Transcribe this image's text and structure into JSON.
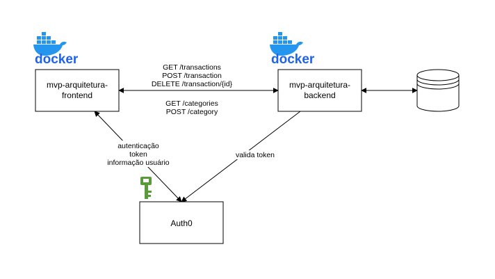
{
  "nodes": {
    "frontend": {
      "label_line1": "mvp-arquitetura-",
      "label_line2": "frontend",
      "logo_text": "docker"
    },
    "backend": {
      "label_line1": "mvp-arquitetura-",
      "label_line2": "backend",
      "logo_text": "docker"
    },
    "auth": {
      "label": "Auth0"
    },
    "database": {
      "icon": "database-cylinder-icon"
    },
    "key": {
      "icon": "key-icon"
    }
  },
  "edges": {
    "frontend_backend": {
      "labels_top": [
        "GET  /transactions",
        "POST  /transaction",
        "DELETE  /transaction/{id}"
      ],
      "labels_bottom": [
        "GET  /categories",
        "POST  /category"
      ]
    },
    "frontend_auth": {
      "labels": [
        "autenticação",
        "token",
        "informação usuário"
      ]
    },
    "backend_auth": {
      "label": "valida token"
    },
    "backend_database": {}
  },
  "colors": {
    "docker_blue": "#1D63ED",
    "docker_whale": "#2496ED",
    "key_green": "#5A9A3A",
    "stroke": "#000000"
  }
}
